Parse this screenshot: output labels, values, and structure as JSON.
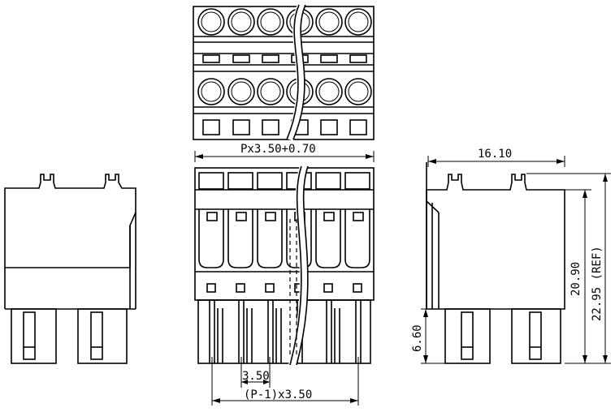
{
  "dimensions": {
    "width_top": "Px3.50+0.70",
    "pitch": "3.50",
    "pin_span": "(P-1)x3.50",
    "side_width": "16.10",
    "body_height": "20.90",
    "total_height": "22.95 (REF)",
    "pin_length": "6.60"
  }
}
